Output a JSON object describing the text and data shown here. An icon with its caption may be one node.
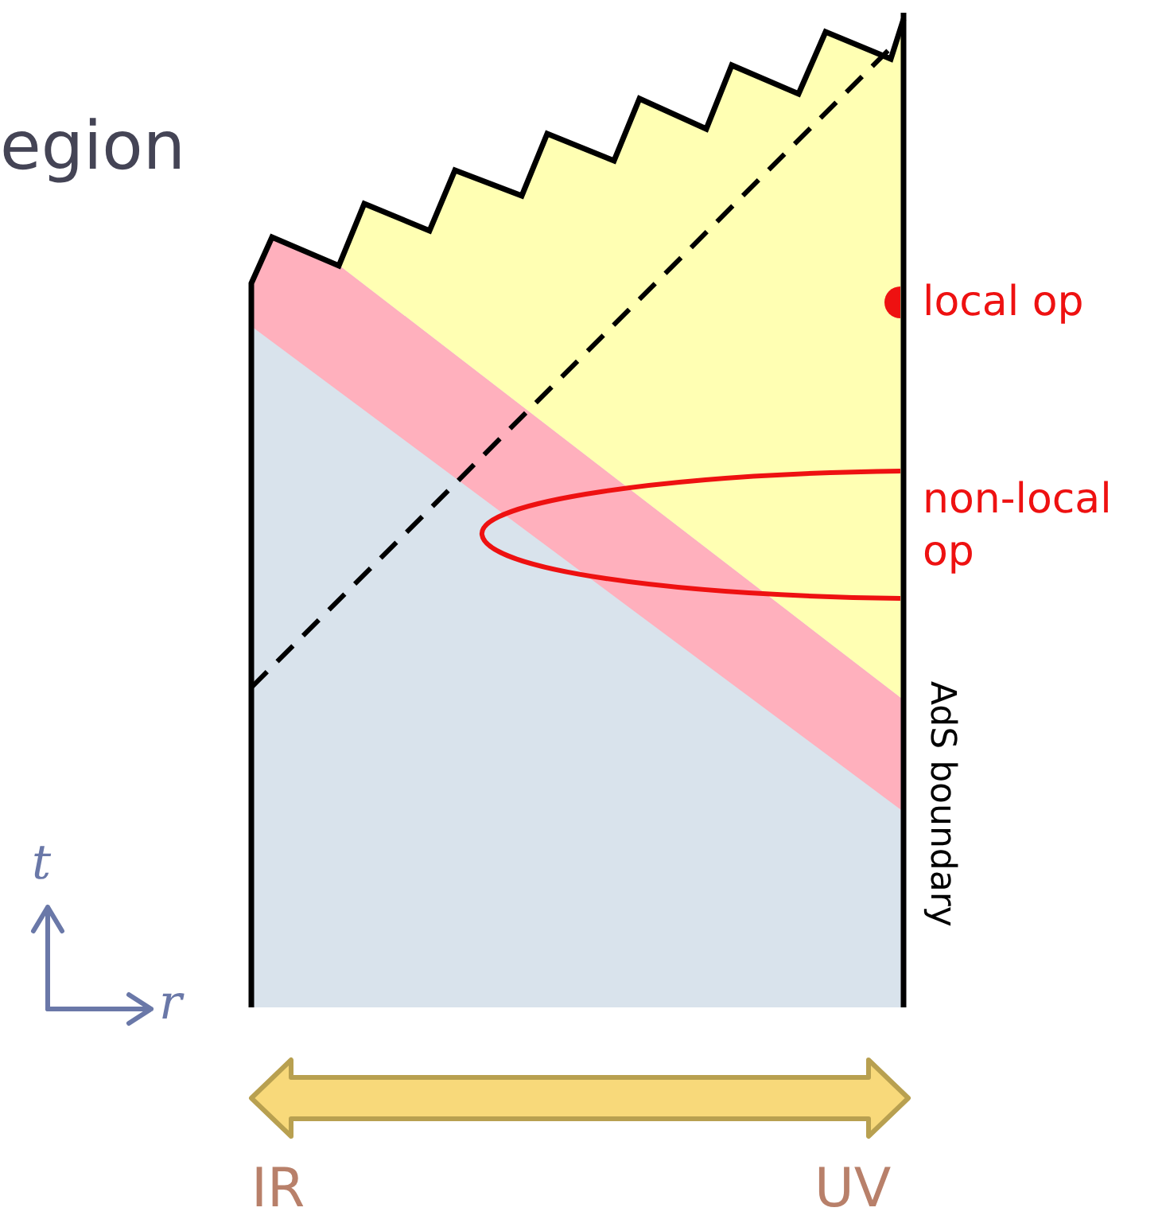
{
  "diagram": {
    "labels": [
      "egion",
      "local op",
      "non-local op",
      "AdS boundary",
      "t",
      "r",
      "IR",
      "UV"
    ]
  }
}
